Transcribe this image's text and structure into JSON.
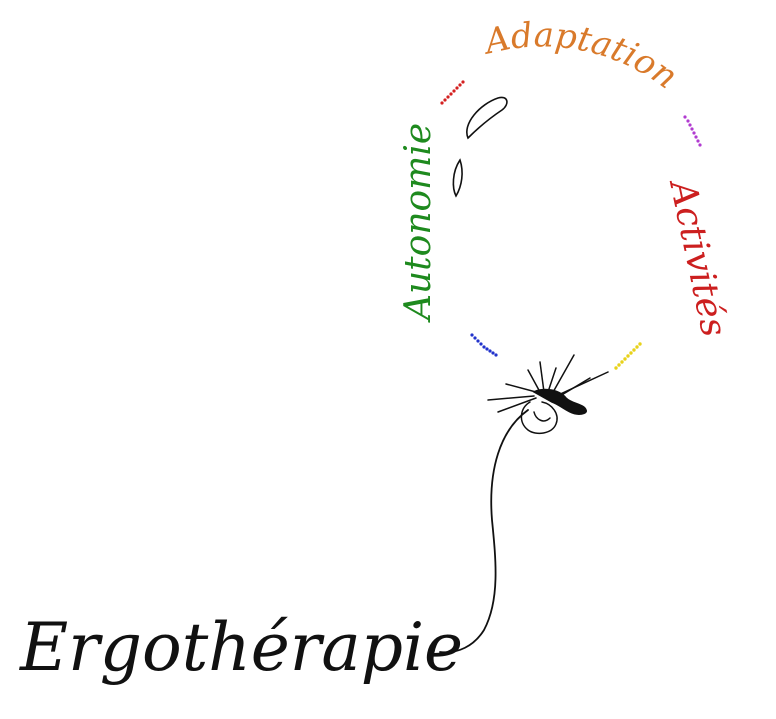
{
  "title": {
    "text": "Ergothérapie",
    "color": "#111111"
  },
  "balloon_words": [
    {
      "id": "adaptation",
      "text": "Adaptation",
      "color": "#d97a2b"
    },
    {
      "id": "activites",
      "text": "Activités",
      "color": "#cc1f1f"
    },
    {
      "id": "autonomie",
      "text": "Autonomie",
      "color": "#1e8a1e"
    }
  ],
  "dot_colors": {
    "red": "#d42020",
    "magenta": "#b13bd0",
    "yellow": "#e8d21b",
    "blue": "#2233cc"
  },
  "icons": {
    "balloon": "balloon-icon",
    "knot": "balloon-knot-icon",
    "string": "balloon-string-icon",
    "highlight": "balloon-highlight-icon"
  }
}
